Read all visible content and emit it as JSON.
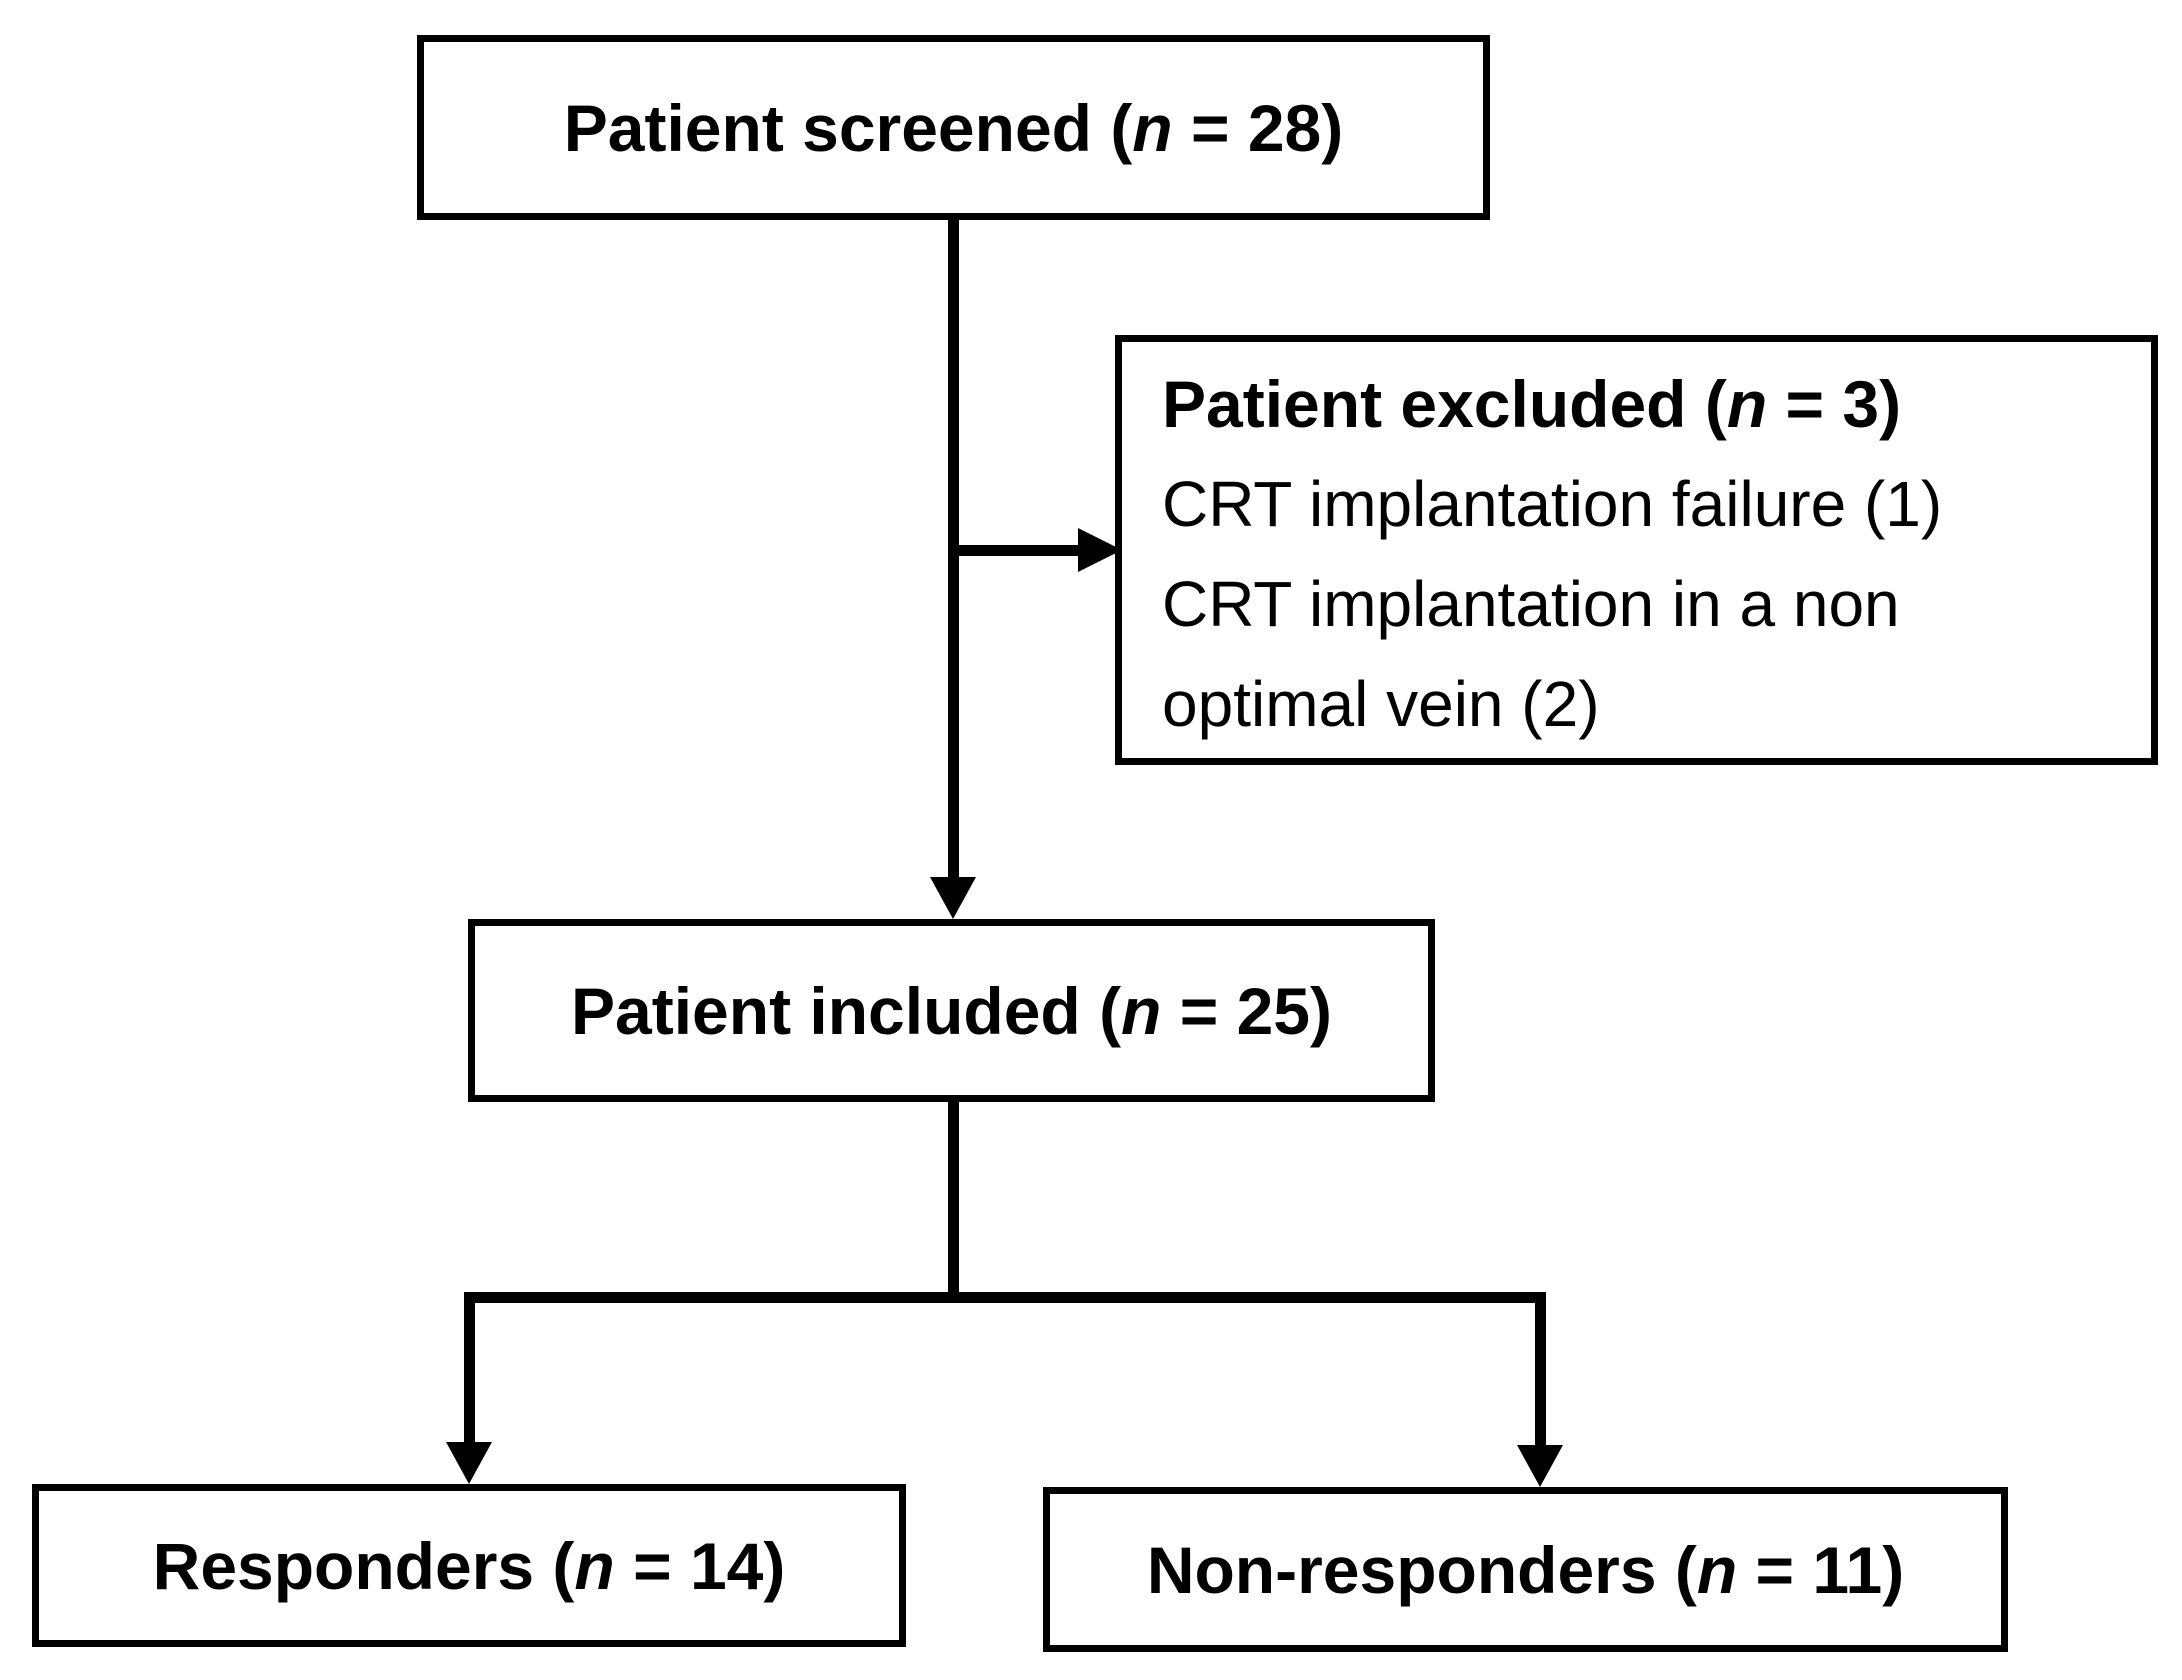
{
  "colors": {
    "line": "#000000",
    "background": "#ffffff",
    "text": "#000000"
  },
  "nodes": {
    "screened": {
      "pre": "Patient screened (",
      "var": "n",
      "post": " = 28)"
    },
    "excluded": {
      "pre": "Patient excluded (",
      "var": "n",
      "post": " = 3)",
      "details": [
        "CRT implantation failure (1)",
        "CRT implantation in a non optimal vein (2)"
      ]
    },
    "included": {
      "pre": "Patient included (",
      "var": "n",
      "post": " = 25)"
    },
    "responders": {
      "pre": "Responders (",
      "var": "n",
      "post": " = 14)"
    },
    "nonresponders": {
      "pre": "Non-responders (",
      "var": "n",
      "post": " = 11)"
    }
  }
}
